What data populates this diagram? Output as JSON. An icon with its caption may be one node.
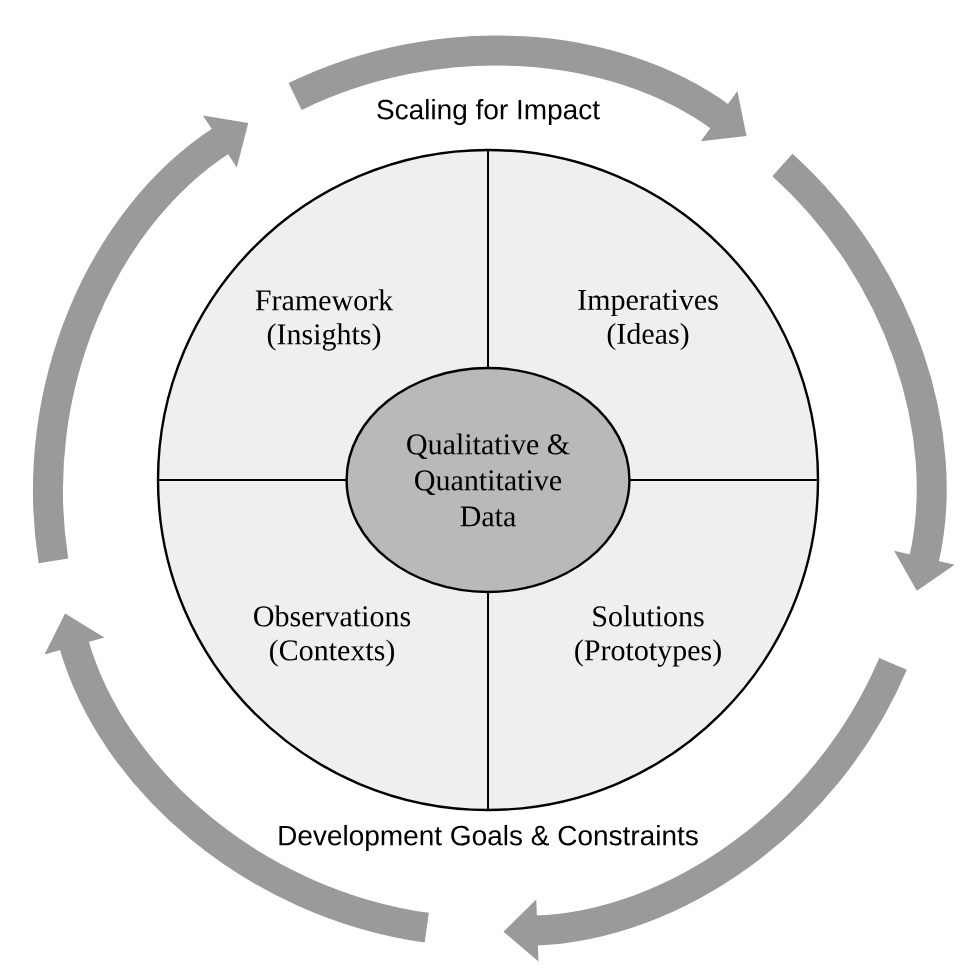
{
  "diagram": {
    "nodes": [
      {
        "text": [
          "Framework (Insights)"
        ]
      },
      {
        "text": [
          "Imperatives (Ideas)"
        ]
      },
      {
        "text": [
          "Qualitative & Quantitative Data"
        ]
      },
      {
        "text": [
          "Observations (Contexts)"
        ]
      },
      {
        "text": [
          "Solutions (Prototypes)"
        ]
      }
    ],
    "labels": [
      "Scaling for Impact",
      "Development Goals & Constraints"
    ]
  }
}
